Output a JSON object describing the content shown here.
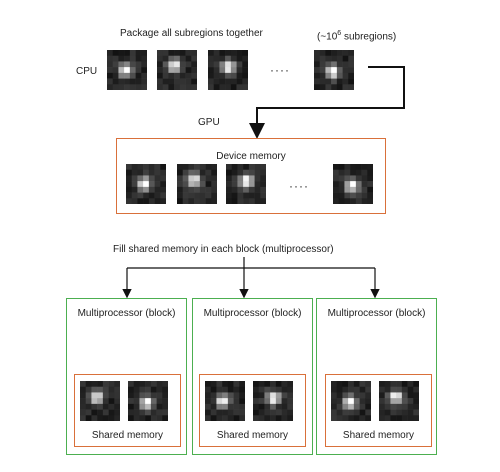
{
  "top": {
    "package_label": "Package all subregions together",
    "count_prefix": "(~10",
    "count_exp": "6",
    "count_suffix": " subregions)",
    "cpu_label": "CPU",
    "ellipsis": "····"
  },
  "gpu": {
    "label": "GPU",
    "device_memory_label": "Device memory",
    "ellipsis": "····"
  },
  "fill_label": "Fill shared memory in each block (multiprocessor)",
  "blocks": [
    {
      "title": "Multiprocessor (block)",
      "shared_label": "Shared memory"
    },
    {
      "title": "Multiprocessor (block)",
      "shared_label": "Shared memory"
    },
    {
      "title": "Multiprocessor (block)",
      "shared_label": "Shared memory"
    }
  ],
  "colors": {
    "orange": "#d9703a",
    "green": "#4caf50",
    "arrow": "#111111"
  }
}
